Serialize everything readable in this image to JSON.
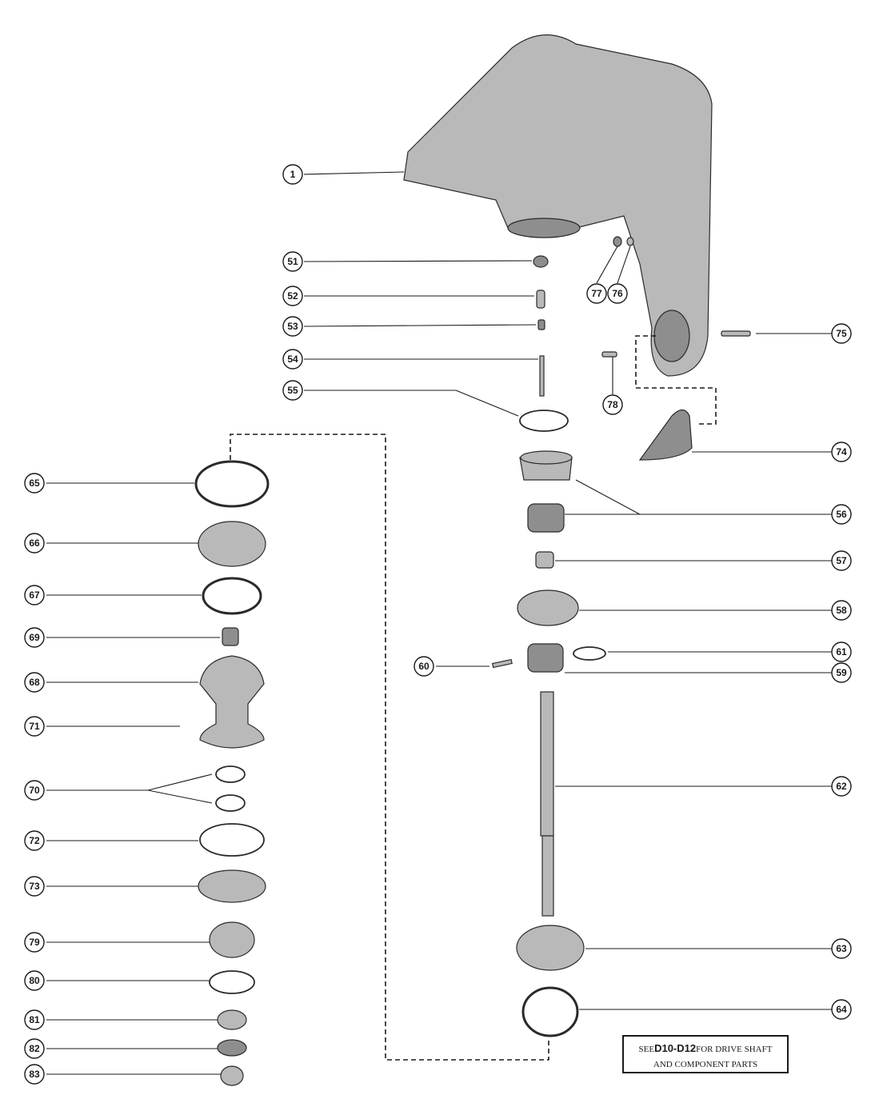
{
  "callouts": [
    "1",
    "51",
    "52",
    "53",
    "54",
    "55",
    "56",
    "57",
    "58",
    "59",
    "60",
    "61",
    "62",
    "63",
    "64",
    "65",
    "66",
    "67",
    "68",
    "69",
    "70",
    "71",
    "72",
    "73",
    "74",
    "75",
    "76",
    "77",
    "78",
    "79",
    "80",
    "81",
    "82",
    "83"
  ],
  "note": {
    "prefix": "SEE",
    "ref": "D10-D12",
    "line1_suffix": "FOR DRIVE SHAFT",
    "line2": "AND COMPONENT PARTS"
  }
}
